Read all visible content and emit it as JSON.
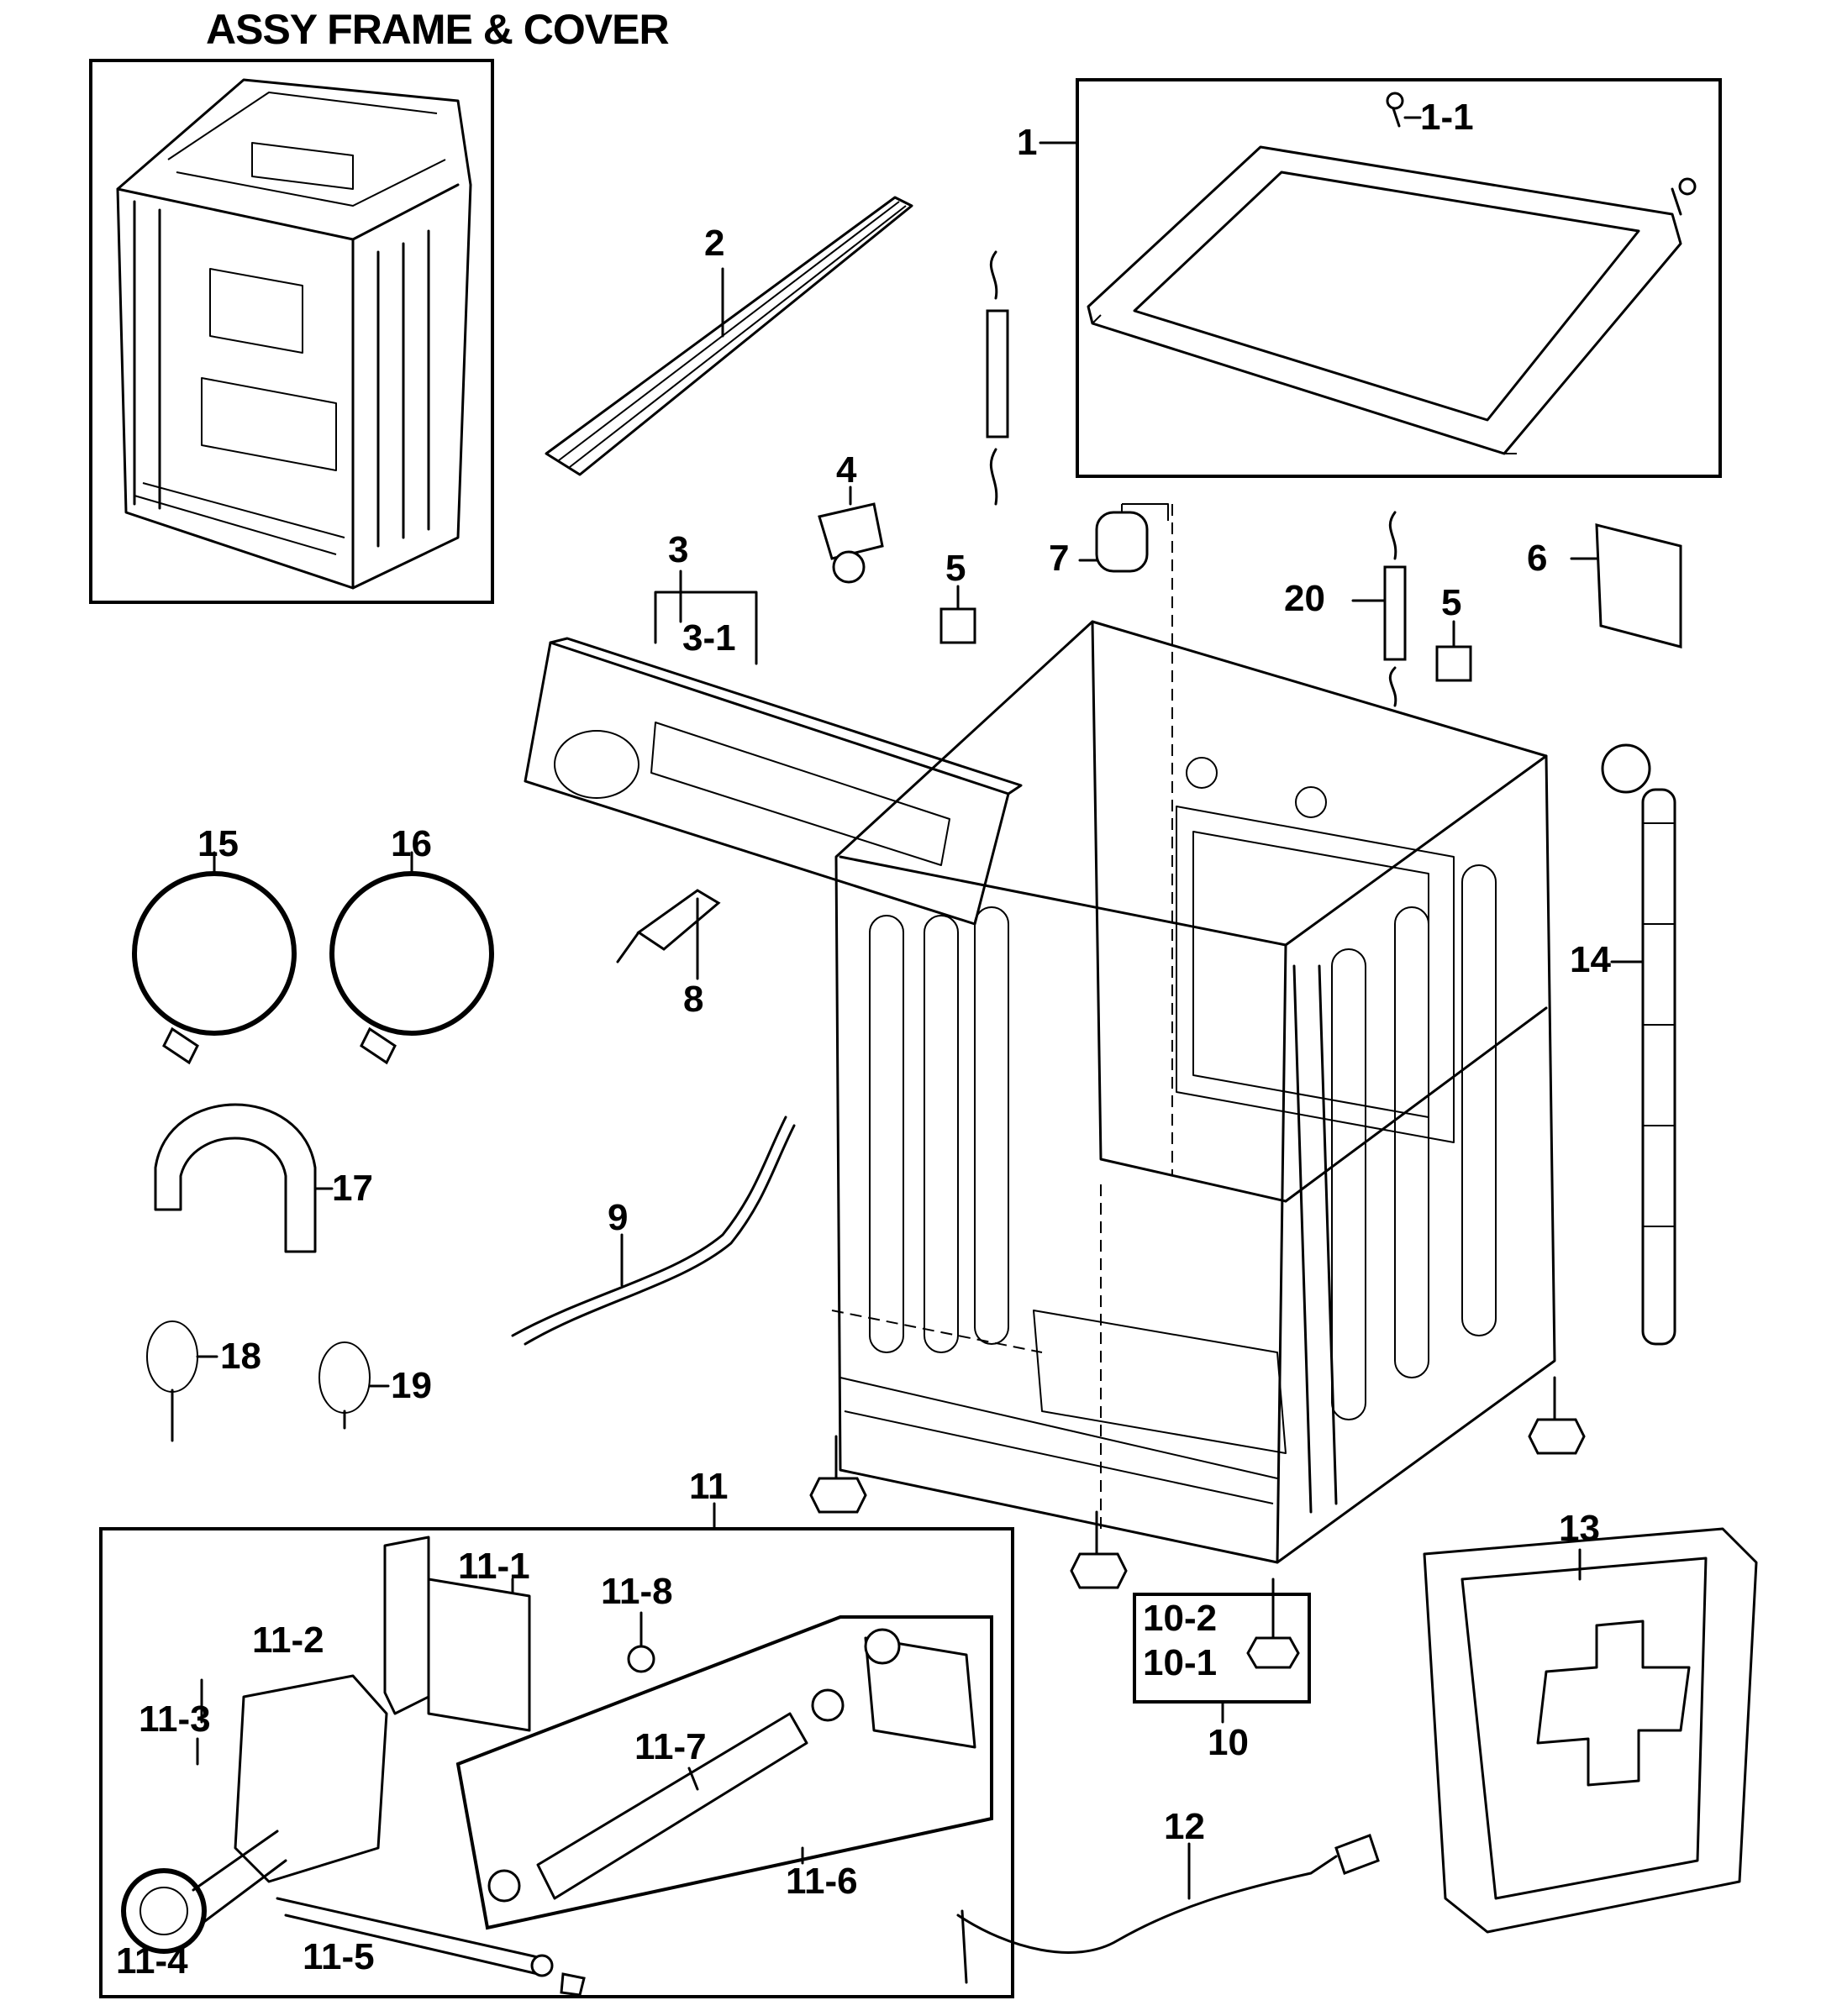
{
  "title": "ASSY FRAME & COVER",
  "labels": {
    "p1": "1",
    "p1_1": "1-1",
    "p2": "2",
    "p3": "3",
    "p3_1": "3-1",
    "p4": "4",
    "p5a": "5",
    "p5b": "5",
    "p6": "6",
    "p7": "7",
    "p8": "8",
    "p9": "9",
    "p10": "10",
    "p10_1": "10-1",
    "p10_2": "10-2",
    "p11": "11",
    "p11_1": "11-1",
    "p11_2": "11-2",
    "p11_3": "11-3",
    "p11_4": "11-4",
    "p11_5": "11-5",
    "p11_6": "11-6",
    "p11_7": "11-7",
    "p11_8": "11-8",
    "p12": "12",
    "p13": "13",
    "p14": "14",
    "p15": "15",
    "p16": "16",
    "p17": "17",
    "p18": "18",
    "p19": "19",
    "p20": "20"
  }
}
